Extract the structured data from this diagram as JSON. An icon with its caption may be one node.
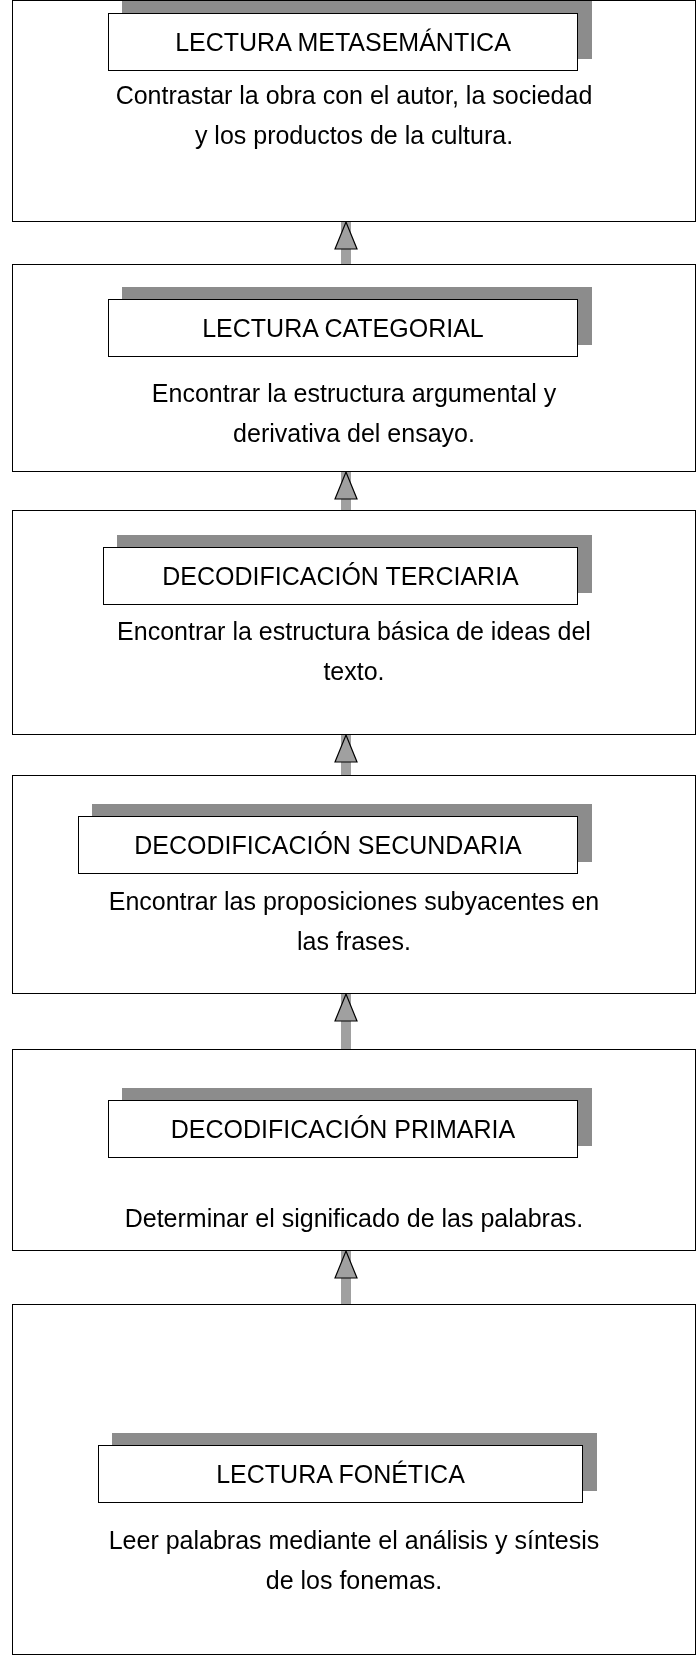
{
  "diagram": {
    "nodes": [
      {
        "text": [
          "Contrastar la obra con el autor, la sociedad y los productos de la cultura."
        ]
      },
      {
        "text": [
          "LECTURA METASEMÁNTICA"
        ],
        "in": 0
      },
      {
        "text": [
          "Encontrar la estructura argumental y derivativa del ensayo."
        ]
      },
      {
        "text": [
          "LECTURA CATEGORIAL"
        ],
        "in": 2
      },
      {
        "text": [
          "Encontrar la estructura básica de ideas del texto."
        ]
      },
      {
        "text": [
          "DECODIFICACIÓN TERCIARIA"
        ],
        "in": 4
      },
      {
        "text": [
          "Encontrar las proposiciones subyacentes en las frases."
        ]
      },
      {
        "text": [
          "DECODIFICACIÓN SECUNDARIA"
        ],
        "in": 6
      },
      {
        "text": [
          "Determinar el significado de las palabras."
        ]
      },
      {
        "text": [
          "DECODIFICACIÓN PRIMARIA"
        ],
        "in": 8
      },
      {
        "text": [
          "Leer palabras mediante el análisis y síntesis de los fonemas."
        ]
      },
      {
        "text": [
          "LECTURA FONÉTICA"
        ],
        "in": 10
      }
    ],
    "edges": [
      {
        "from": 2,
        "to": 0,
        "arrow": "to"
      },
      {
        "from": 4,
        "to": 2,
        "arrow": "to"
      },
      {
        "from": 6,
        "to": 4,
        "arrow": "to"
      },
      {
        "from": 8,
        "to": 6,
        "arrow": "to"
      },
      {
        "from": 10,
        "to": 8,
        "arrow": "to"
      }
    ]
  }
}
